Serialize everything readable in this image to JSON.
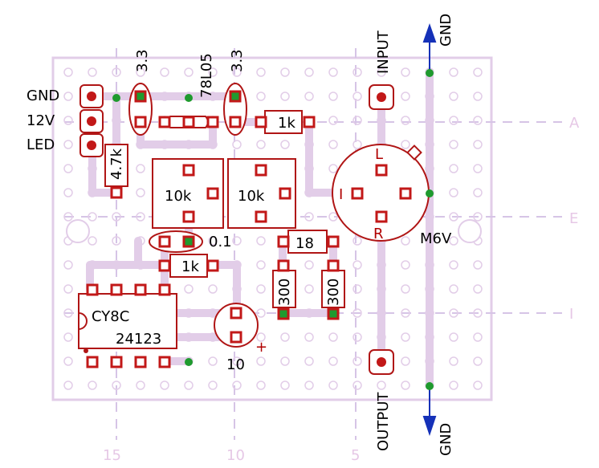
{
  "colors": {
    "trace": "#e2cde8",
    "pad": "#c21818",
    "outline": "#b01515",
    "junction": "#1f9a2e",
    "arrow": "#1531b8",
    "guide": "#d6c4e6"
  },
  "connector_labels": {
    "gnd": "GND",
    "v12": "12V",
    "led": "LED"
  },
  "parts": {
    "c1": "3.3",
    "vreg": "78L05",
    "c2": "3.3",
    "r_top": "1k",
    "r_47k": "4.7k",
    "pot1": "10k",
    "pot2": "10k",
    "c_01": "0.1",
    "r_1k": "1k",
    "r_18": "18",
    "r_300a": "300",
    "r_300b": "300",
    "ic_line1": "CY8C",
    "ic_line2": "24123",
    "cap_elec": "10",
    "cap_plus": "+",
    "servo": "M6V"
  },
  "servo_pins": {
    "l": "L",
    "i": "I",
    "r": "R"
  },
  "terminals": {
    "input": "INPUT",
    "output": "OUTPUT",
    "gnd_top": "GND",
    "gnd_bottom": "GND"
  },
  "row_labels": {
    "a": "A",
    "e": "E",
    "i": "I"
  },
  "col_labels": {
    "c15": "15",
    "c10": "10",
    "c5": "5"
  }
}
